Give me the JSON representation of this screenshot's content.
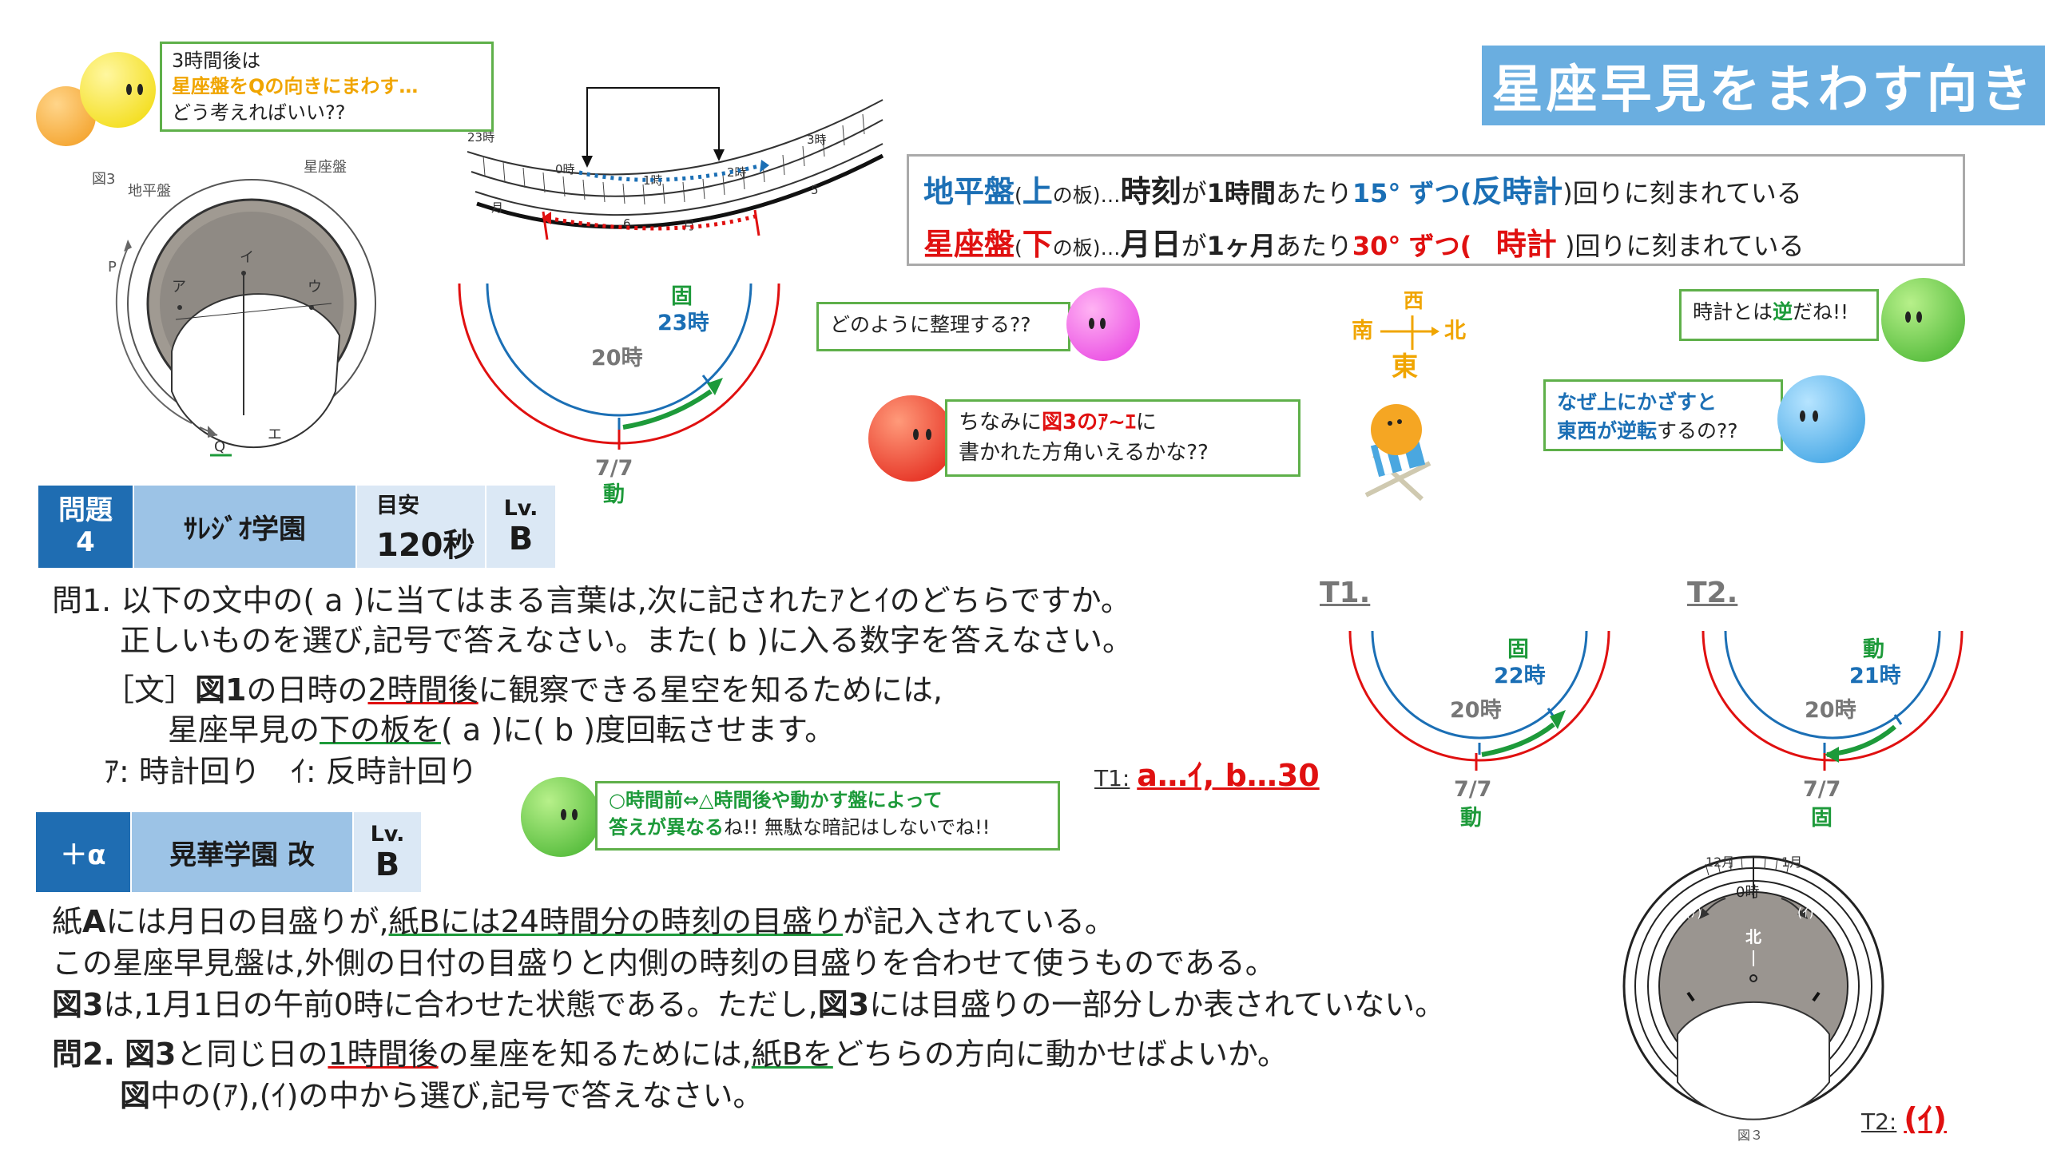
{
  "title": "星座早見をまわす向き",
  "bubble_top": {
    "line1": "3時間後は",
    "line2": "星座盤をQの向きにまわす…",
    "line3": "どう考えればいい??"
  },
  "fig3_top": {
    "label_fig": "図3",
    "label_chihei": "地平盤",
    "label_seiza": "星座盤",
    "label_p": "P",
    "label_q": "Q",
    "label_a": "ア",
    "label_i": "イ",
    "label_u": "ウ",
    "label_e": "エ"
  },
  "scale": {
    "h0": "0時",
    "h1": "1時",
    "h2": "2時",
    "h3": "3時",
    "h23": "23時",
    "month": "月",
    "num6": "6",
    "num5": "5"
  },
  "arc_main": {
    "fixed": "固",
    "t23": "23時",
    "t20": "20時",
    "date": "7/7",
    "move": "動"
  },
  "info": {
    "line1_a": "地平盤",
    "line1_b": "(",
    "line1_c": "上",
    "line1_d": "の板)…",
    "line1_e": "時刻",
    "line1_f": "が",
    "line1_g": "1時間",
    "line1_h": "あたり",
    "line1_i": "15°",
    "line1_j": "ずつ(",
    "line1_k": "反時計",
    "line1_l": ")回りに刻まれている",
    "line2_a": "星座盤",
    "line2_b": "(",
    "line2_c": "下",
    "line2_d": "の板)…",
    "line2_e": "月日",
    "line2_f": "が",
    "line2_g": "1ヶ月",
    "line2_h": "あたり",
    "line2_i": "30°",
    "line2_j": "ずつ(",
    "line2_k": "時計",
    "line2_l": ")回りに刻まれている"
  },
  "bubble_organize": "どのように整理する??",
  "bubble_reverse": {
    "pre": "時計とは",
    "hl": "逆",
    "post": "だね!!"
  },
  "bubble_why": {
    "line1": "なぜ上にかざすと",
    "line2_hl": "東西が逆転",
    "line2_post": "するの??"
  },
  "bubble_chinami": {
    "pre": "ちなみに",
    "hl": "図3のｱ~ｴ",
    "post": "に",
    "line2": "書かれた方角いえるかな??"
  },
  "compass": {
    "west": "西",
    "south": "南",
    "north": "北",
    "east": "東"
  },
  "problem4": {
    "label": "問題",
    "number": "4",
    "school": "ｻﾚｼﾞｵ学園",
    "time_label": "目安",
    "time": "120秒",
    "lv_label": "Lv.",
    "lv": "B"
  },
  "q1": {
    "line1": "問1. 以下の文中の( a )に当てはまる言葉は,次に記されたｱとｲのどちらですか。",
    "line2": "正しいものを選び,記号で答えなさい。また( b )に入る数字を答えなさい。",
    "line3_a": "［文］",
    "line3_b": "図1",
    "line3_c": "の日時の",
    "line3_d": "2時間後",
    "line3_e": "に観察できる星空を知るためには,",
    "line4_a": "星座早見の",
    "line4_b": "下の板を",
    "line4_c": "( a )に( b )度回転させます。",
    "line5": "ｱ: 時計回り　ｲ: 反時計回り"
  },
  "answer1": {
    "label": "T1:",
    "value": "a…ｲ, b…30"
  },
  "bubble_tip": {
    "line1": "○時間前⇔△時間後や動かす盤によって",
    "line2_hl": "答えが異なる",
    "line2_post": "ね!! 無駄な暗記はしないでね!!"
  },
  "t1": {
    "title": "T1.",
    "fixed": "固",
    "t22": "22時",
    "t20": "20時",
    "date": "7/7",
    "move": "動"
  },
  "t2": {
    "title": "T2.",
    "move": "動",
    "t21": "21時",
    "t20": "20時",
    "date": "7/7",
    "fixed": "固"
  },
  "plus_alpha": {
    "label": "＋α",
    "school": "晃華学園 改",
    "lv_label": "Lv.",
    "lv": "B"
  },
  "q2": {
    "line1_a": "紙",
    "line1_b": "A",
    "line1_c": "には月日の目盛りが,",
    "line1_d": "紙B",
    "line1_e": "には24時間分の時刻の目盛り",
    "line1_f": "が記入されている。",
    "line2": "この星座早見盤は,外側の日付の目盛りと内側の時刻の目盛りを合わせて使うものである。",
    "line3_a": "図3",
    "line3_b": "は,1月1日の午前0時に合わせた状態である。ただし,",
    "line3_c": "図3",
    "line3_d": "には目盛りの一部分しか表されていない。",
    "line4_a": "問2.",
    "line4_b": "図3",
    "line4_c": "と同じ日の",
    "line4_d": "1時間後",
    "line4_e": "の星座を知るためには,",
    "line4_f": "紙Bを",
    "line4_g": "どちらの方向に動かせばよいか。",
    "line5_a": "図",
    "line5_b": "中の(ｱ),(ｲ)の中から選び,記号で答えなさい。"
  },
  "fig3_bottom": {
    "m12": "12月",
    "m1": "1月",
    "h0": "0時",
    "a": "(ｱ)",
    "i": "(ｲ)",
    "north": "北",
    "caption": "図３"
  },
  "answer2": {
    "label": "T2:",
    "value": "(ｲ)"
  },
  "colors": {
    "title_bg": "#6aaee0",
    "blue": "#1b6fb5",
    "red": "#e01010",
    "green": "#1d9a3a",
    "bubble_border": "#5fb04a",
    "header_dark": "#1f6db2",
    "header_mid": "#9cc3e6",
    "header_light": "#dbe8f5"
  }
}
